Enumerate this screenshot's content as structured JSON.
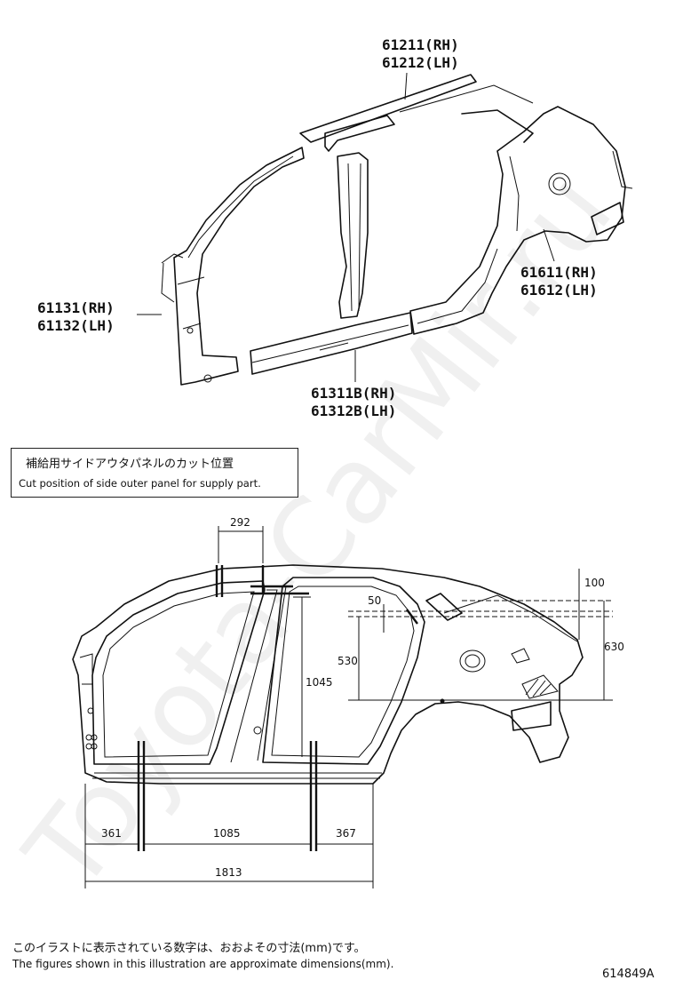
{
  "top_callouts": {
    "roof_rail": [
      "61211(RH)",
      "61212(LH)"
    ],
    "front_pillar": [
      "61131(RH)",
      "61132(LH)"
    ],
    "rocker": [
      "61311B(RH)",
      "61312B(LH)"
    ],
    "quarter": [
      "61611(RH)",
      "61612(LH)"
    ]
  },
  "cut_note": {
    "jp": "補給用サイドアウタパネルのカット位置",
    "en": "Cut position of side outer panel for supply part."
  },
  "dimensions": {
    "d292": "292",
    "d100": "100",
    "d50": "50",
    "d530": "530",
    "d630": "630",
    "d1045": "1045",
    "d361": "361",
    "d1085": "1085",
    "d367": "367",
    "d1813": "1813"
  },
  "footer": {
    "jp": "このイラストに表示されている数字は、おおよその寸法(mm)です。",
    "en": "The figures shown in this illustration are approximate dimensions(mm)."
  },
  "ref_code": "614849A",
  "watermark": "Toyota-CarMir.ru"
}
